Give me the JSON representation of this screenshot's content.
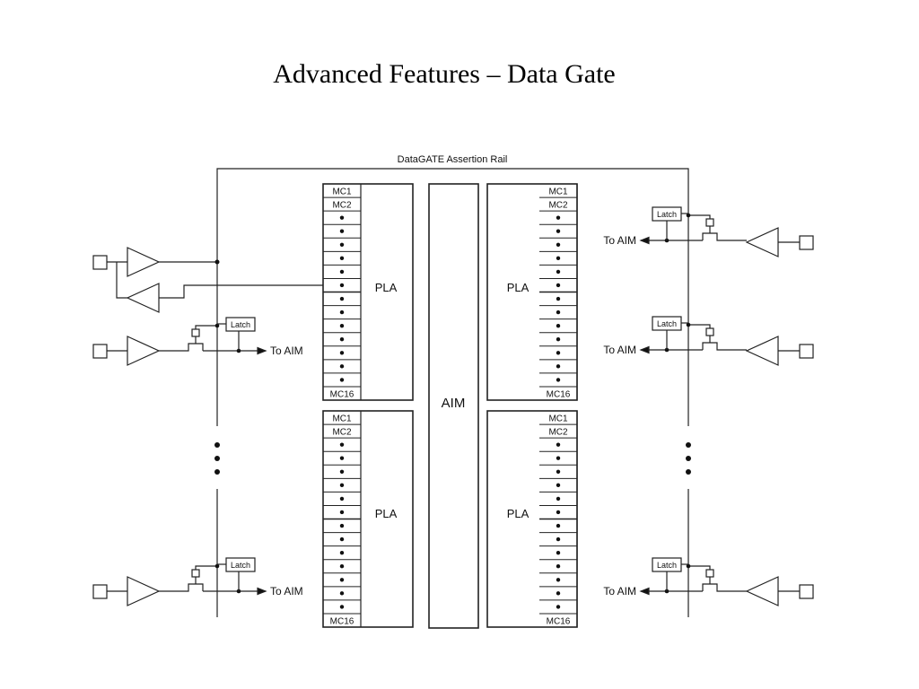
{
  "slide": {
    "title": "Advanced Features – Data Gate"
  },
  "diagram": {
    "rail_label": "DataGATE Assertion Rail",
    "aim_label": "AIM",
    "pla_label": "PLA",
    "latch_label": "Latch",
    "to_aim_label": "To AIM",
    "macrocell_labels": {
      "first": "MC1",
      "second": "MC2",
      "last": "MC16"
    },
    "macrocells_per_block": 16
  },
  "footer": {
    "left": "",
    "center": "",
    "right": ""
  }
}
